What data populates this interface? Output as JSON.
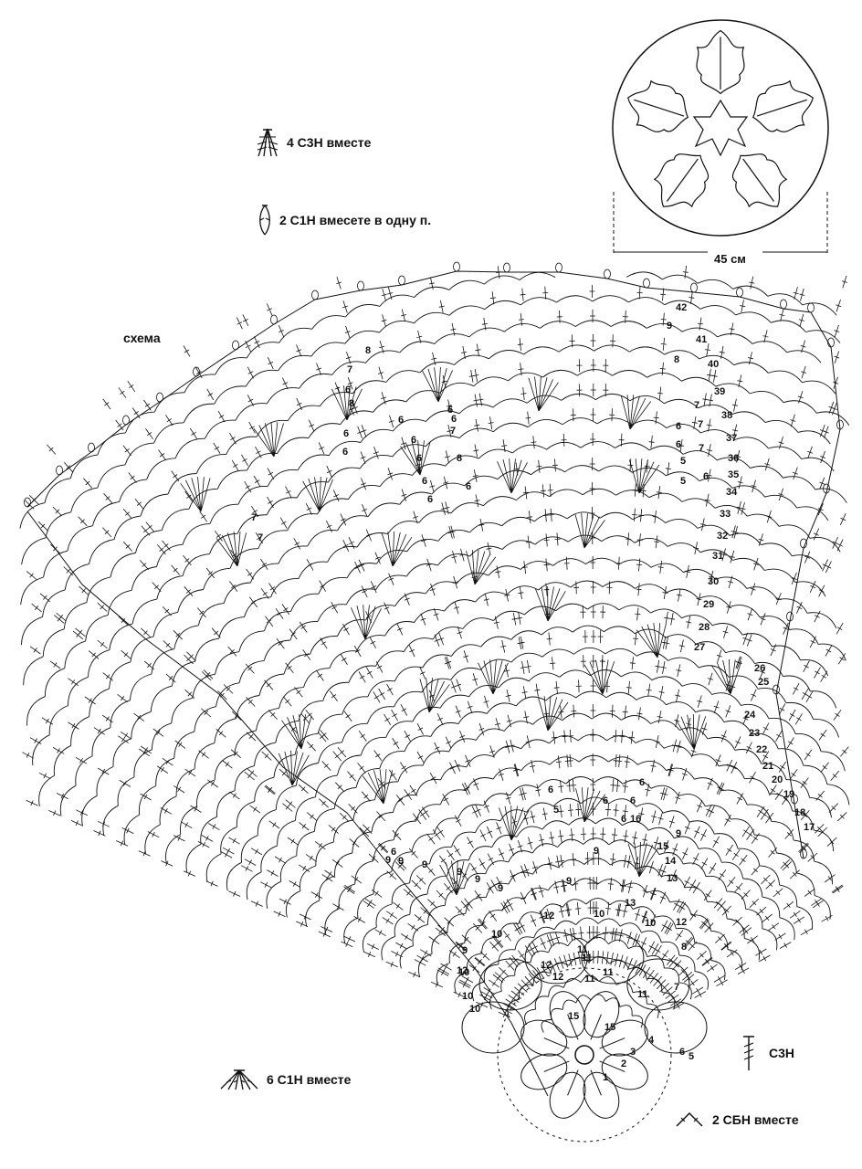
{
  "legend": {
    "item1": {
      "icon": "four-treble-cluster-icon",
      "label": "4 С3Н вместе"
    },
    "item2": {
      "icon": "two-dc-same-stitch-icon",
      "label": "2 С1Н вмесете в одну п."
    },
    "item3": {
      "icon": "six-dc-cluster-icon",
      "label": "6 С1Н вместе"
    },
    "item4": {
      "icon": "triple-treble-icon",
      "label": "С3Н"
    },
    "item5": {
      "icon": "two-sc-together-icon",
      "label": "2 СБН вместе"
    }
  },
  "diagram": {
    "title": "схема",
    "diameter_label": "45 см",
    "row_numbers_right": [
      "42",
      "41",
      "40",
      "39",
      "38",
      "37",
      "36",
      "35",
      "34",
      "33",
      "32",
      "31",
      "30",
      "29",
      "28",
      "27",
      "26",
      "25",
      "24",
      "23",
      "22",
      "21",
      "20",
      "19",
      "18",
      "17"
    ],
    "row_numbers_inner": [
      "9",
      "8",
      "8",
      "7",
      "7",
      "6",
      "6",
      "6",
      "5",
      "5",
      "6",
      "6",
      "6",
      "7",
      "8",
      "8",
      "7",
      "7",
      "6",
      "6",
      "6",
      "6",
      "6",
      "6",
      "6",
      "7",
      "7",
      "6",
      "6",
      "6",
      "6",
      "5",
      "6",
      "6"
    ],
    "row_numbers_bottom": [
      "16",
      "15",
      "14",
      "13",
      "13",
      "12",
      "12",
      "11",
      "11",
      "11",
      "10",
      "10",
      "10",
      "10",
      "9",
      "9",
      "9",
      "9",
      "9",
      "9",
      "9",
      "9",
      "8",
      "7",
      "6",
      "5",
      "4",
      "3",
      "2",
      "1",
      "15",
      "15",
      "12",
      "12",
      "12",
      "11",
      "11",
      "10",
      "10",
      "9",
      "6",
      "9"
    ]
  },
  "colors": {
    "ink": "#111111",
    "background": "#ffffff"
  }
}
